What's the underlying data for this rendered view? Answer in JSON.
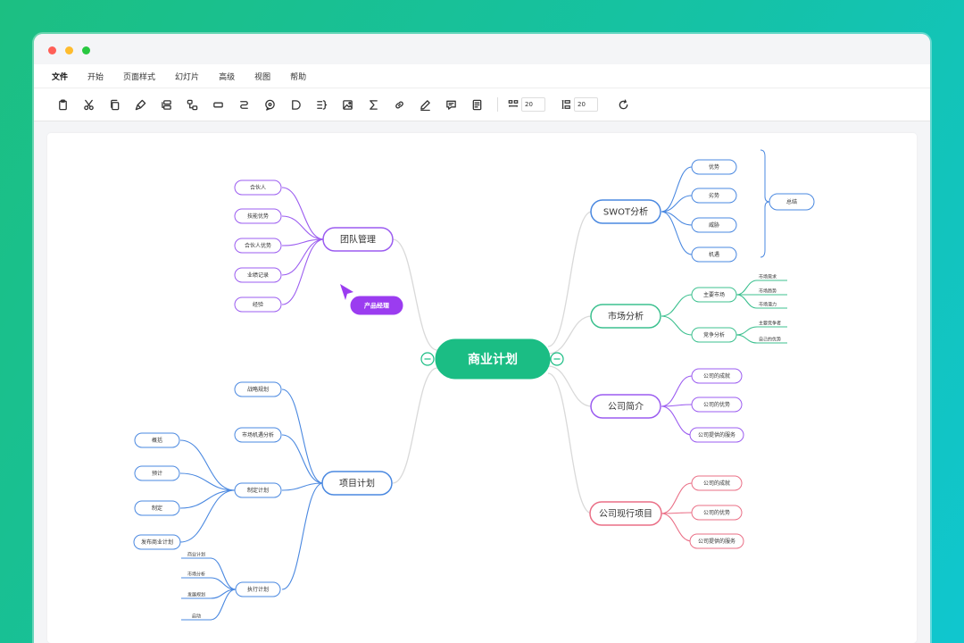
{
  "menu": [
    "文件",
    "开始",
    "页面样式",
    "幻灯片",
    "高级",
    "视图",
    "帮助"
  ],
  "toolbar": {
    "line_width_value": "20",
    "line_height_value": "20"
  },
  "colors": {
    "center": "#1bbd84",
    "blue": "#4a88e0",
    "purple": "#9b5cf0",
    "green": "#3cc08f",
    "red": "#ea6f86",
    "cursor": "#9b3cf0"
  },
  "mindmap": {
    "center": "商业计划",
    "team": {
      "label": "团队管理",
      "children": [
        "合伙人",
        "技能优势",
        "合伙人优势",
        "业绩记录",
        "经验"
      ]
    },
    "cursor_tag": "产品经理",
    "project": {
      "label": "项目计划",
      "children": [
        "战略规划",
        "市场机遇分析",
        "制定计划",
        "执行计划"
      ],
      "plan_children": [
        "概括",
        "预计",
        "制定",
        "发布商业计划"
      ],
      "exec_children": [
        "商业计划",
        "市场分析",
        "发展规划",
        "启动"
      ]
    },
    "swot": {
      "label": "SWOT分析",
      "children": [
        "优势",
        "劣势",
        "威胁",
        "机遇"
      ],
      "summary": "总结"
    },
    "market": {
      "label": "市场分析",
      "children": [
        "主要市场",
        "竞争分析"
      ],
      "main_children": [
        "市场需求",
        "市场趋势",
        "市场潜力"
      ],
      "comp_children": [
        "主要竞争者",
        "自己的优势"
      ]
    },
    "intro": {
      "label": "公司简介",
      "children": [
        "公司的成就",
        "公司的优势",
        "公司提供的服务"
      ]
    },
    "current": {
      "label": "公司现行项目",
      "children": [
        "公司的成就",
        "公司的优势",
        "公司提供的服务"
      ]
    }
  }
}
